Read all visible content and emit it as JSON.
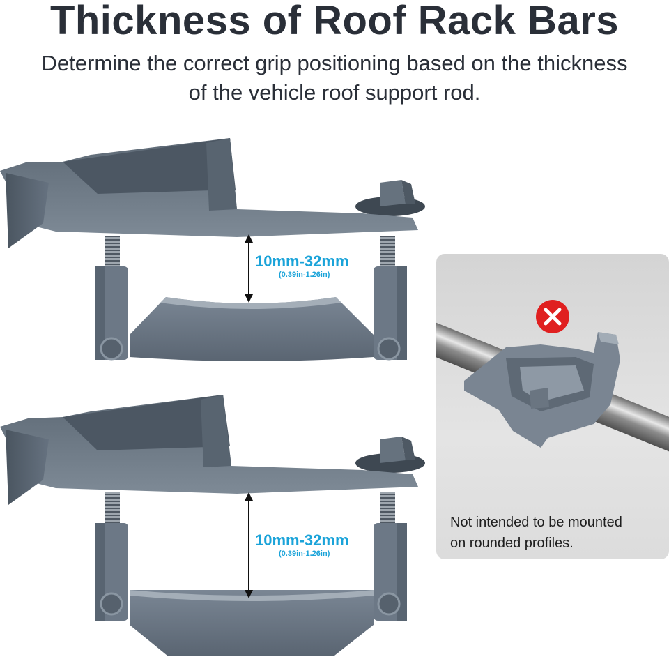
{
  "header": {
    "title": "Thickness of Roof Rack Bars",
    "subtitle_line1": "Determine the correct grip positioning based on the thickness",
    "subtitle_line2": "of the vehicle roof support rod."
  },
  "clamps": [
    {
      "range": "10mm-32mm",
      "range_imperial": "(0.39in-1.26in)"
    },
    {
      "range": "10mm-32mm",
      "range_imperial": "(0.39in-1.26in)"
    }
  ],
  "warning": {
    "text_line1": "Not intended to be mounted",
    "text_line2": "on rounded profiles.",
    "icon": "x-circle-icon"
  },
  "colors": {
    "title": "#2a2f38",
    "accent_blue": "#1aa3d9",
    "warning_red": "#e02020",
    "clamp_gray": "#6b7785"
  }
}
